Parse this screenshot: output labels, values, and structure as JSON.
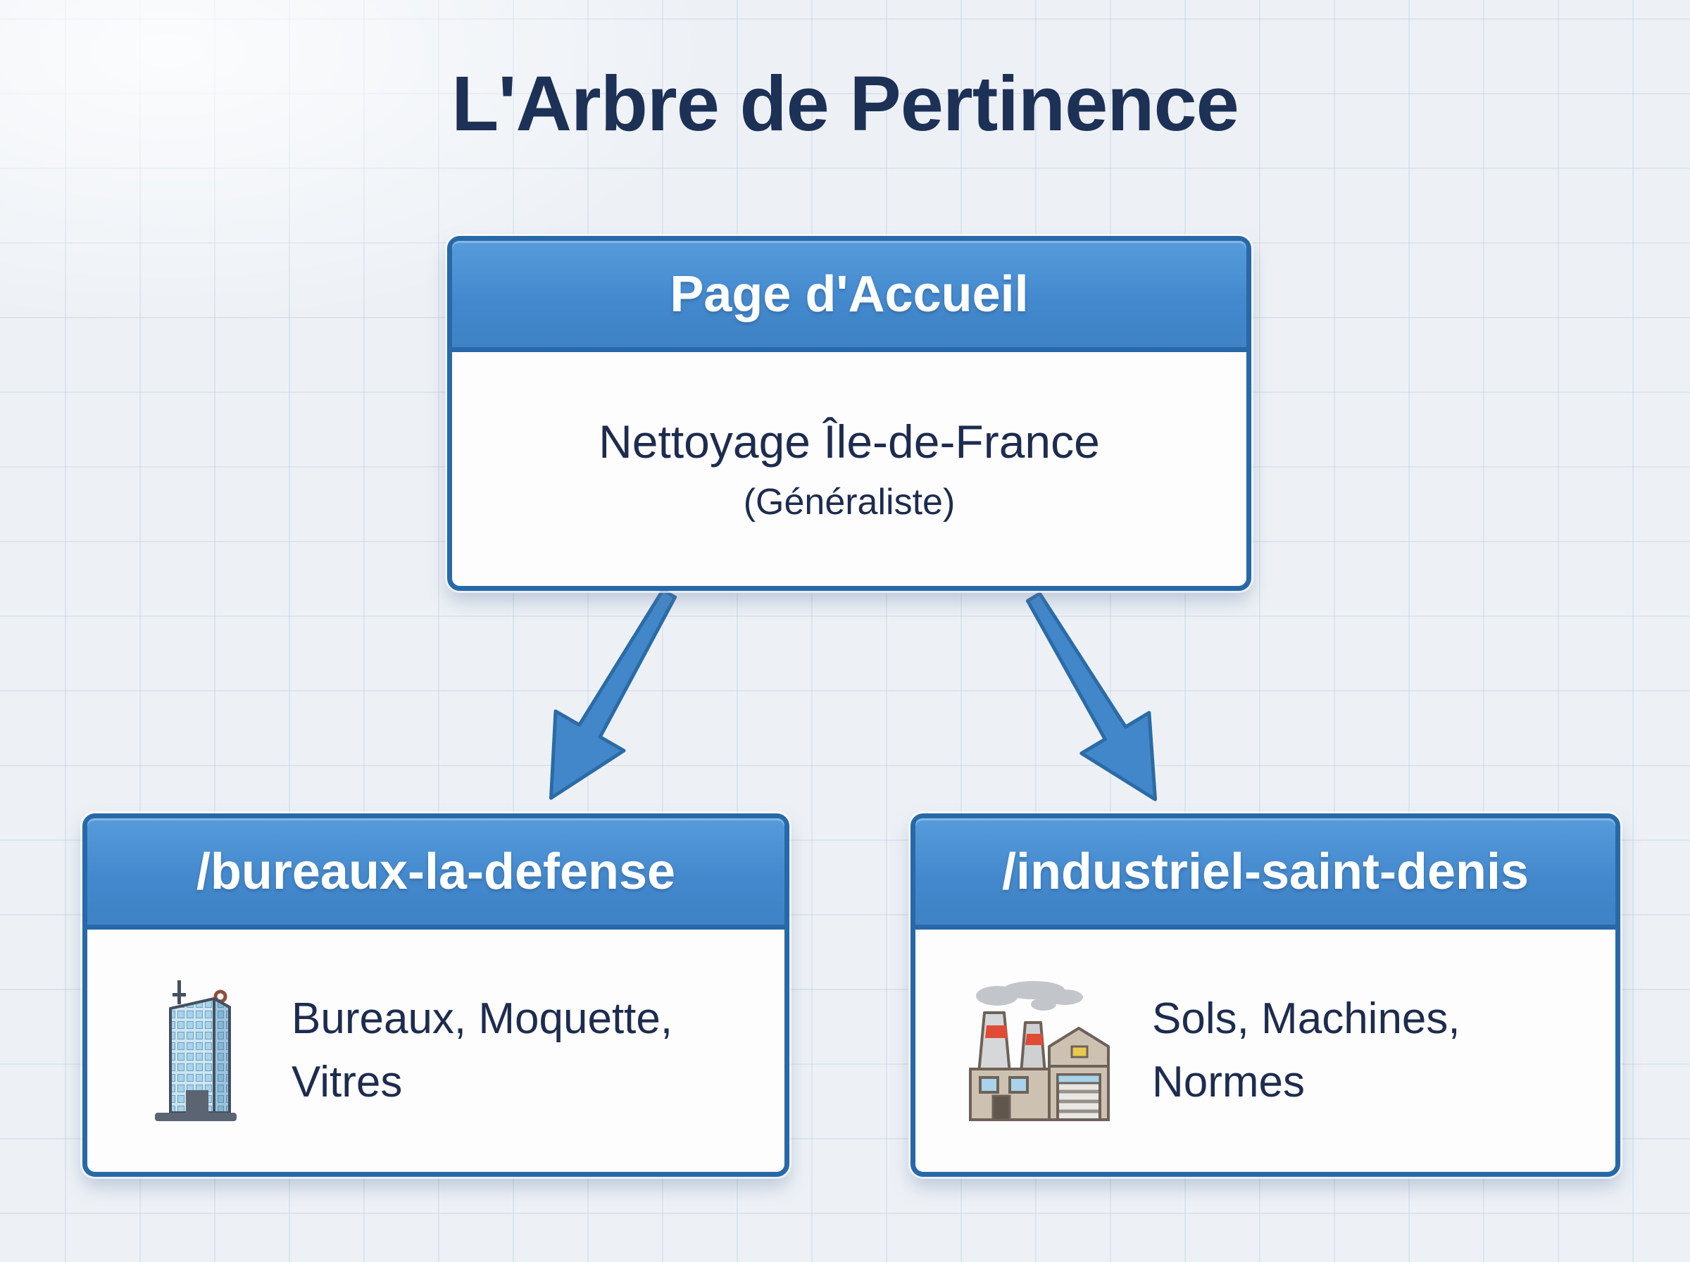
{
  "diagram": {
    "title": "L'Arbre de Pertinence",
    "root": {
      "header": "Page d'Accueil",
      "body_line1": "Nettoyage Île-de-France",
      "body_line2": "(Généraliste)"
    },
    "children": [
      {
        "header": "/bureaux-la-defense",
        "icon": "office-building-icon",
        "desc_line1": "Bureaux, Moquette,",
        "desc_line2": "Vitres"
      },
      {
        "header": "/industriel-saint-denis",
        "icon": "factory-icon",
        "desc_line1": "Sols, Machines,",
        "desc_line2": "Normes"
      }
    ],
    "arrows": [
      "arrow-down-left-icon",
      "arrow-down-right-icon"
    ],
    "colors": {
      "header_blue": "#4489cd",
      "border_blue": "#2769a8",
      "arrow_blue": "#4187ca",
      "text_navy": "#1d2c4e",
      "title_navy": "#1d3156",
      "card_white": "#fdfdfe",
      "background": "#edf1f6"
    }
  }
}
